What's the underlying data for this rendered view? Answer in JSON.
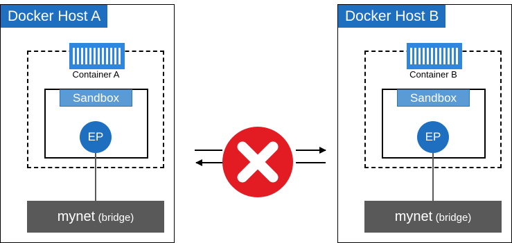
{
  "hosts": [
    {
      "title": "Docker Host A",
      "container_label": "Container A",
      "sandbox_label": "Sandbox",
      "endpoint_label": "EP",
      "network_name": "mynet",
      "network_type": "(bridge)"
    },
    {
      "title": "Docker Host B",
      "container_label": "Container B",
      "sandbox_label": "Sandbox",
      "endpoint_label": "EP",
      "network_name": "mynet",
      "network_type": "(bridge)"
    }
  ],
  "icons": {
    "container": "shipping-container-icon",
    "blocked": "red-x-icon"
  },
  "colors": {
    "host_title_bg": "#1f6fc0",
    "container_icon": "#2e86de",
    "sandbox_bg": "#5b9bd5",
    "endpoint_bg": "#1f6fc0",
    "network_bg": "#595959",
    "blocked_bg": "#e31b23"
  }
}
